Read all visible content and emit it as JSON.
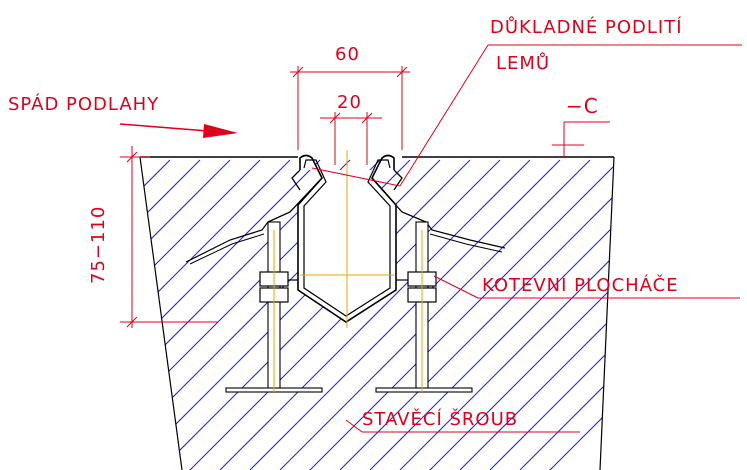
{
  "labels": {
    "dukladne_podliti": "DŮKLADNÉ PODLITÍ",
    "lemu": "LEMŮ",
    "spad_podlahy": "SPÁD PODLAHY",
    "level_mark": "−C",
    "dim_overall_width": "60",
    "dim_inner_width": "20",
    "dim_height": "75−110",
    "kotevni_plochace": "KOTEVNÍ PLOCHÁČE",
    "stavéci_sroub": "STAVĚCÍ ŠROUB"
  },
  "colors": {
    "annotation": "#e0001b",
    "hatch": "#1a1aff",
    "profile": "#000000",
    "center_lines": "#e6a700",
    "dimension_lines": "#e0001b"
  }
}
